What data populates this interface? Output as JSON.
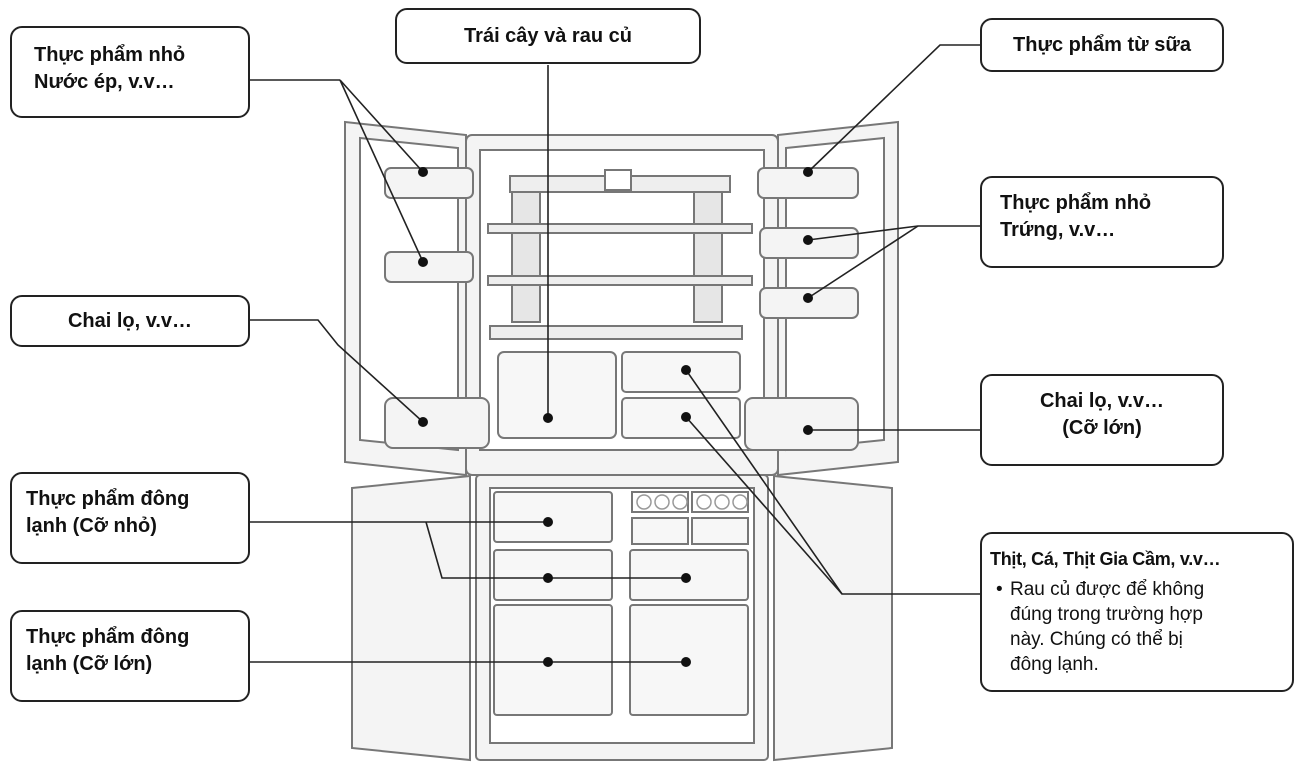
{
  "labels": {
    "trai_cay": "Trái cây và rau củ",
    "thuc_pham_nho_nuoc_ep": [
      "Thực phẩm nhỏ",
      "Nước ép, v.v…"
    ],
    "thuc_pham_tu_sua": "Thực phẩm từ sữa",
    "thuc_pham_nho_trung": [
      "Thực phẩm nhỏ",
      "Trứng, v.v…"
    ],
    "chai_lo": "Chai lọ, v.v…",
    "chai_lo_lon": [
      "Chai lọ, v.v…",
      "(Cỡ lớn)"
    ],
    "dong_lanh_nho": [
      "Thực phẩm đông",
      "lạnh  (Cỡ nhỏ)"
    ],
    "dong_lanh_lon": [
      "Thực phẩm đông",
      "lạnh (Cỡ lớn)"
    ],
    "thit_ca": {
      "title": "Thịt, Cá, Thịt Gia Cầm, v.v…",
      "bullet": "•",
      "note": [
        "Rau củ được để không",
        "đúng trong trường hợp",
        "này. Chúng có thể bị",
        "đông lạnh."
      ]
    }
  },
  "colors": {
    "line": "#222222",
    "fridge_fill": "#f4f4f4",
    "fridge_stroke": "#777777",
    "dot": "#111111"
  }
}
